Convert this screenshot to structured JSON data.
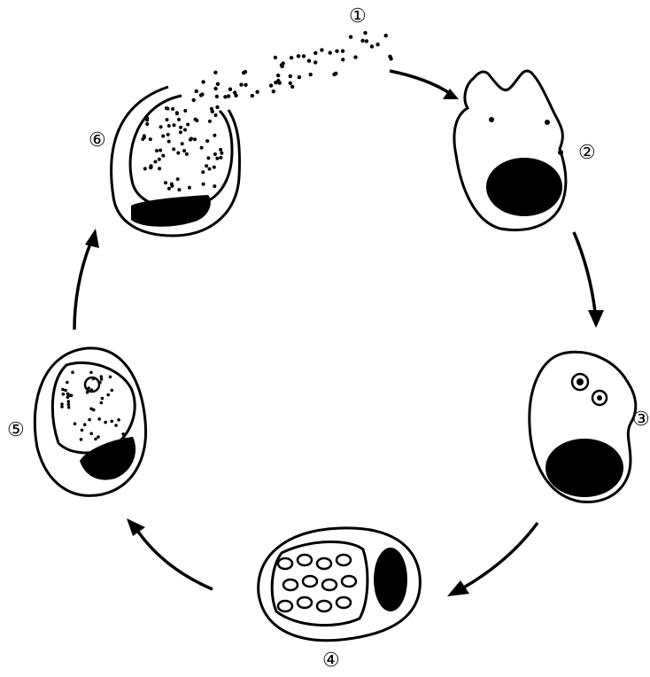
{
  "diagram": {
    "stages": [
      {
        "id": 1,
        "label": "①",
        "icon": "scattered-particles"
      },
      {
        "id": 2,
        "label": "②",
        "icon": "cell-engulfing-particles"
      },
      {
        "id": 3,
        "label": "③",
        "icon": "cell-with-vacuoles"
      },
      {
        "id": 4,
        "label": "④",
        "icon": "cell-filled-with-bodies"
      },
      {
        "id": 5,
        "label": "⑤",
        "icon": "cell-with-granules"
      },
      {
        "id": 6,
        "label": "⑥",
        "icon": "ruptured-cell-releasing-particles"
      }
    ],
    "cycle_direction": "clockwise",
    "colors": {
      "ink": "#000000",
      "background": "#ffffff"
    }
  }
}
